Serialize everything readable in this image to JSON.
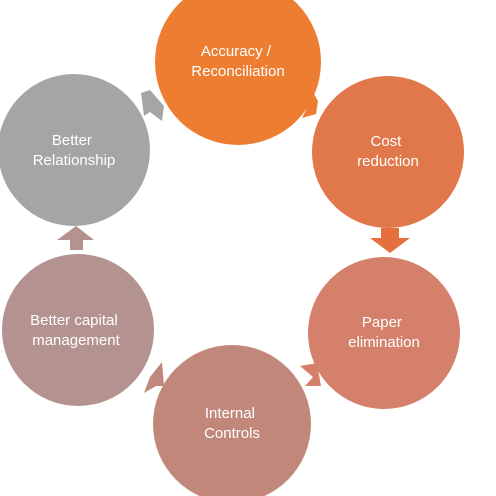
{
  "nodes": [
    {
      "id": "accuracy",
      "line1": "Accuracy /",
      "line2": "Reconciliation",
      "color": "#ED7D31",
      "text_color": "#2b2b2b"
    },
    {
      "id": "cost",
      "line1": "Cost",
      "line2": "reduction",
      "color": "#E0784B",
      "text_color": "#ffffff"
    },
    {
      "id": "paper",
      "line1": "Paper",
      "line2": "elimination",
      "color": "#D4806A",
      "text_color": "#2b2b2b"
    },
    {
      "id": "internal",
      "line1": "Internal",
      "line2": "Controls",
      "color": "#C0877A",
      "text_color": "#2b2b2b"
    },
    {
      "id": "capital",
      "line1": "Better capital",
      "line2": "management",
      "color": "#B39290",
      "text_color": "#2b2b2b"
    },
    {
      "id": "relationship",
      "line1": "Better",
      "line2": "Relationship",
      "color": "#A5A5A5",
      "text_color": "#2b2b2b"
    }
  ],
  "arrows": [
    {
      "from": "accuracy",
      "to": "cost",
      "color": "#ED7D31"
    },
    {
      "from": "cost",
      "to": "paper",
      "color": "#E5703E"
    },
    {
      "from": "paper",
      "to": "internal",
      "color": "#D4806A"
    },
    {
      "from": "internal",
      "to": "capital",
      "color": "#C0877A"
    },
    {
      "from": "capital",
      "to": "relationship",
      "color": "#B39290"
    },
    {
      "from": "relationship",
      "to": "accuracy",
      "color": "#A5A5A5"
    }
  ]
}
